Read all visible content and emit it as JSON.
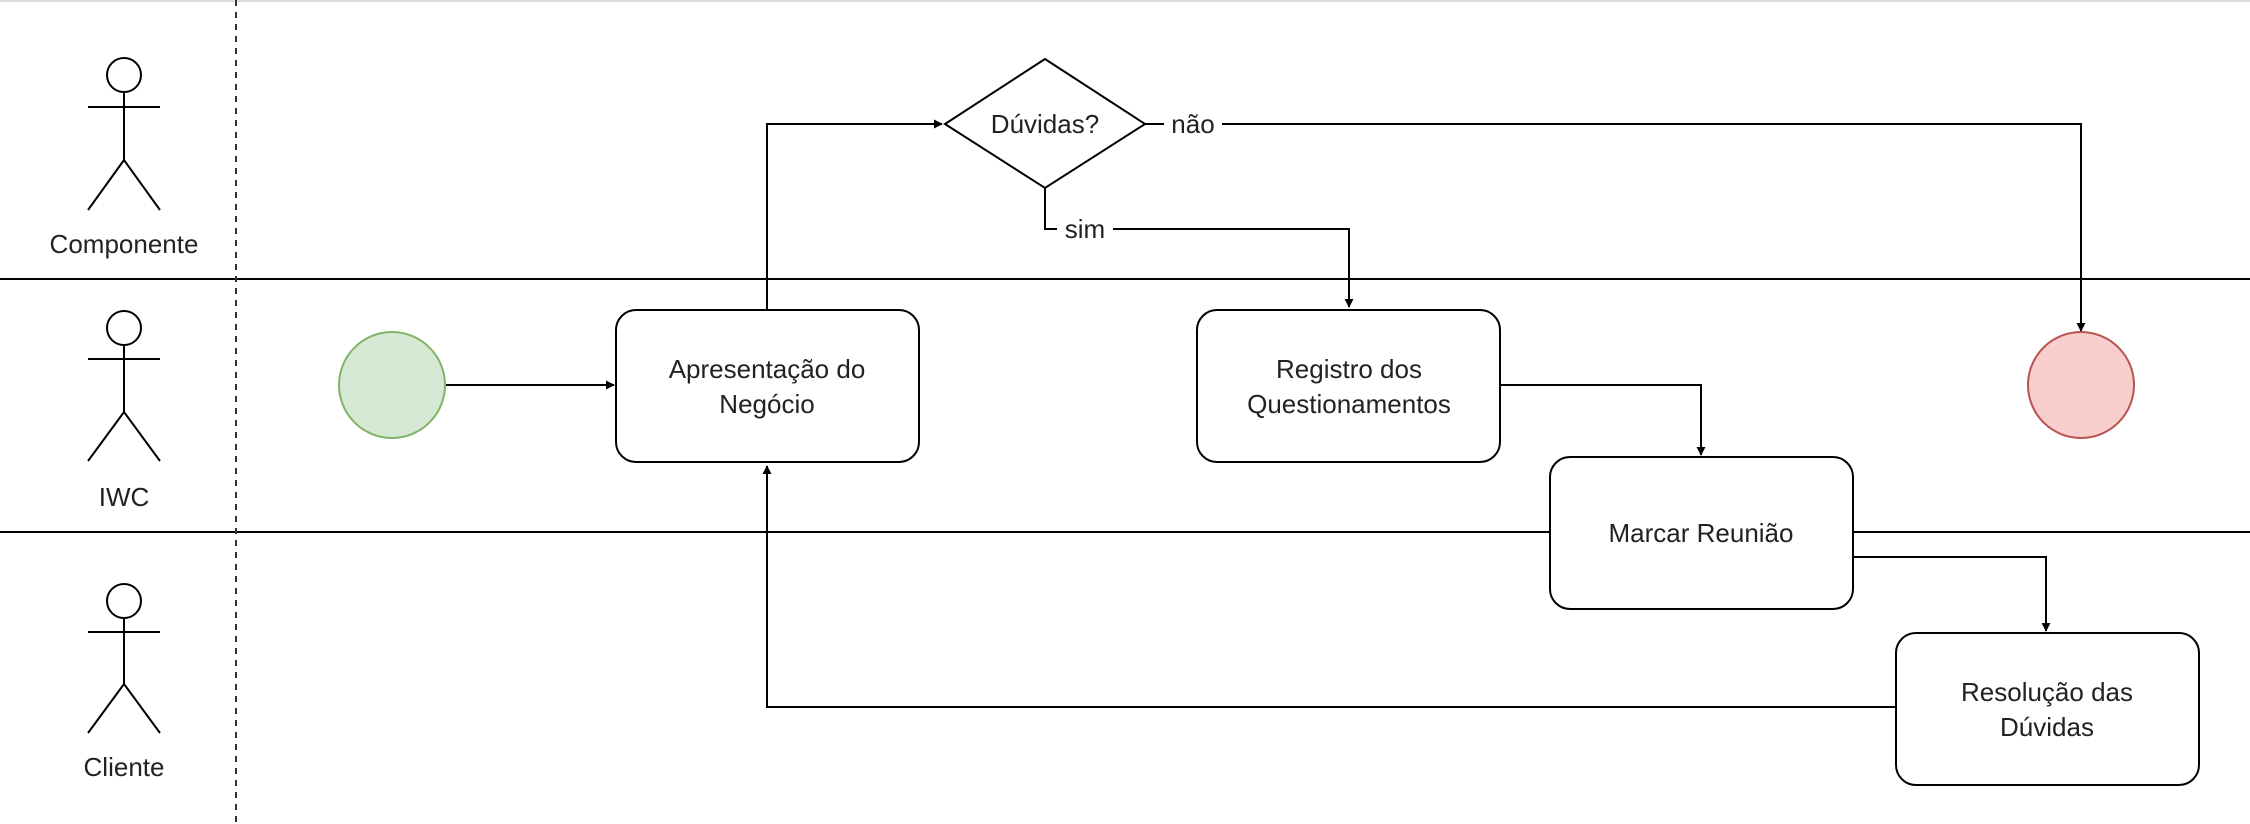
{
  "lanes": [
    {
      "actor": "Componente"
    },
    {
      "actor": "IWC"
    },
    {
      "actor": "Cliente"
    }
  ],
  "nodes": {
    "start": {
      "color_fill": "#d5e8d4",
      "color_stroke": "#82b366"
    },
    "end": {
      "color_fill": "#f8cecc",
      "color_stroke": "#b85450"
    },
    "apresentacao": {
      "line1": "Apresentação do",
      "line2": "Negócio"
    },
    "duvidas": {
      "label": "Dúvidas?"
    },
    "registro": {
      "line1": "Registro dos",
      "line2": "Questionamentos"
    },
    "marcar": {
      "label": "Marcar Reunião"
    },
    "resolucao": {
      "line1": "Resolução das",
      "line2": "Dúvidas"
    }
  },
  "edges": {
    "nao": "não",
    "sim": "sim"
  }
}
